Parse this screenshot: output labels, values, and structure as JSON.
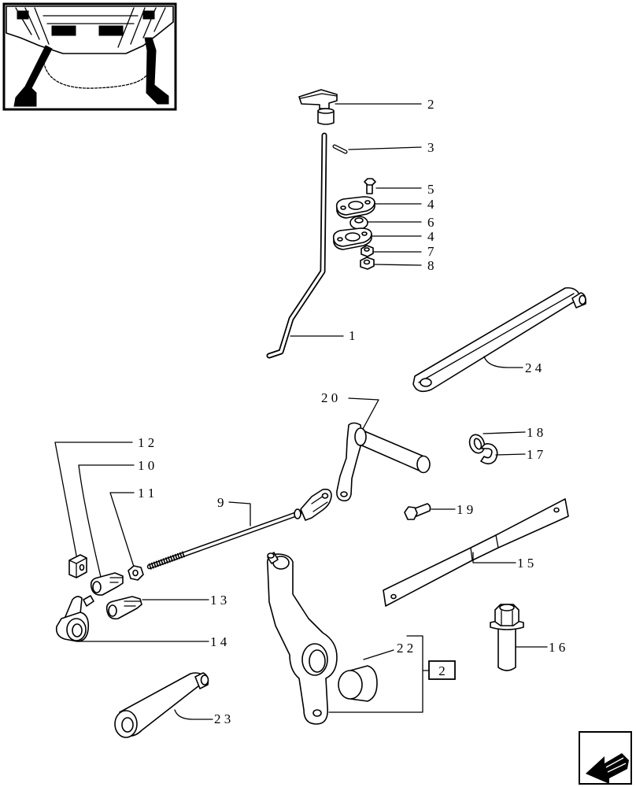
{
  "colors": {
    "line": "#000000",
    "background": "#ffffff"
  },
  "callouts": [
    "2",
    "3",
    "5",
    "4",
    "6",
    "4",
    "7",
    "8",
    "1",
    "2 4",
    "2 0",
    "1 8",
    "1 7",
    "1 2",
    "1 0",
    "1 1",
    "9",
    "1 9",
    "1 5",
    "1 3",
    "1 4",
    "1 6",
    "2 2",
    "2 3"
  ],
  "reference_box": "2",
  "icons": {
    "locator": "tractor-pedals-thumbnail",
    "navigation": "next-page-arrow-icon"
  }
}
